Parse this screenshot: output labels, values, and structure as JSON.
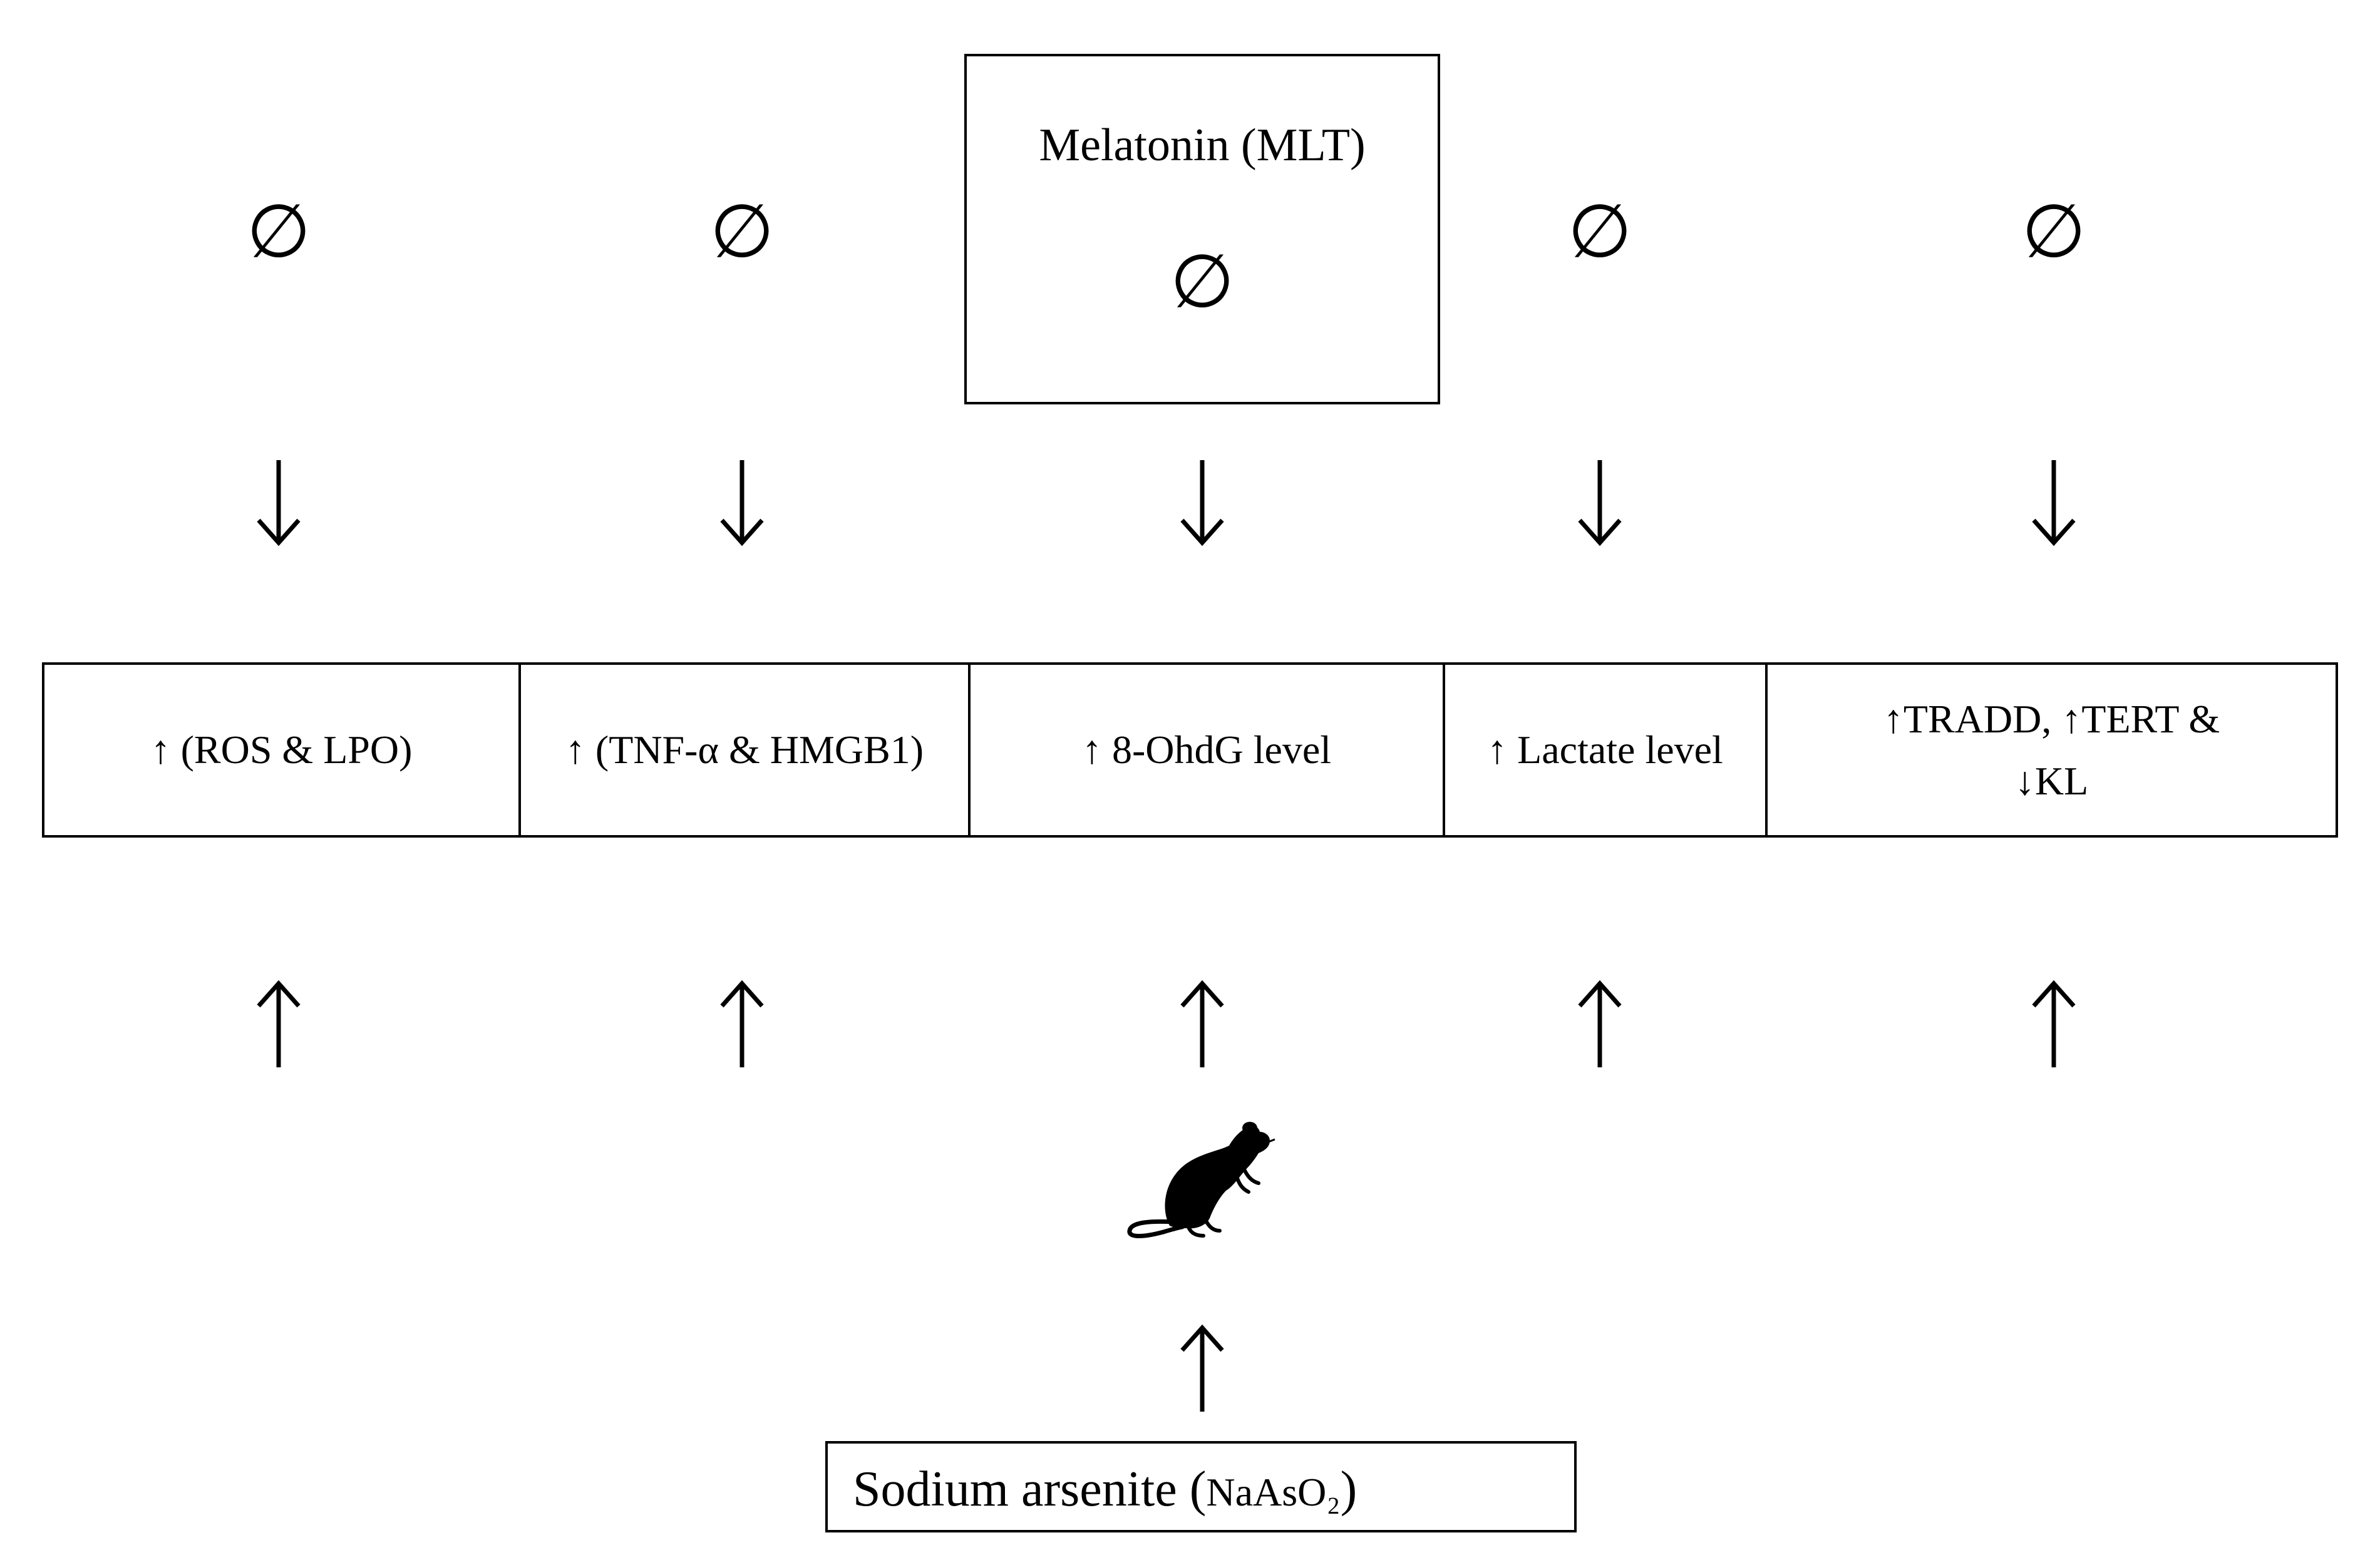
{
  "melatonin": {
    "label": "Melatonin (MLT)",
    "symbol": "∅"
  },
  "no_effect_symbol": "∅",
  "effects": [
    {
      "line1": "↑ (ROS & LPO)",
      "line2": ""
    },
    {
      "line1": "↑ (TNF-α & HMGB1)",
      "line2": ""
    },
    {
      "line1": "↑ 8-OhdG level",
      "line2": ""
    },
    {
      "line1": "↑ Lactate level",
      "line2": ""
    },
    {
      "line1": "↑TRADD, ↑TERT &",
      "line2": "↓KL"
    }
  ],
  "arsenite": {
    "label_main": "Sodium arsenite (",
    "label_formula": "NaAsO₂",
    "label_close": ")"
  },
  "icons": {
    "down_arrow": "down-arrow-icon",
    "up_arrow": "up-arrow-icon",
    "rat": "rat-icon",
    "no_effect": "empty-set-icon"
  },
  "colors": {
    "stroke": "#000000",
    "background": "#ffffff"
  }
}
